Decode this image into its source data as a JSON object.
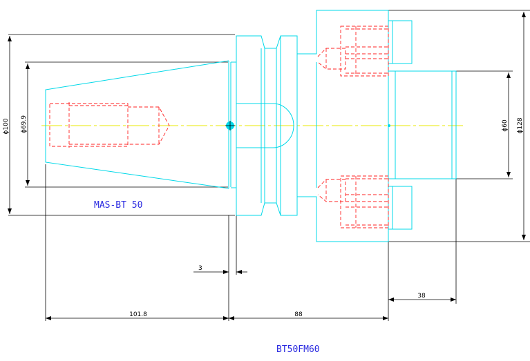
{
  "drawing": {
    "label_standard": "MAS-BT 50",
    "label_model": "BT50FM60"
  },
  "dimensions": {
    "d100": "ϕ100",
    "d69_9": "ϕ69.9",
    "d60": "ϕ60",
    "d128": "ϕ128",
    "len_3": "3",
    "len_101_8": "101.8",
    "len_88": "88",
    "len_38": "38"
  },
  "colors": {
    "outline": "#00d8e8",
    "hidden": "#ff2020",
    "centerline": "#e8e800",
    "dimension": "#000000",
    "text_label": "#2a2ae0"
  }
}
